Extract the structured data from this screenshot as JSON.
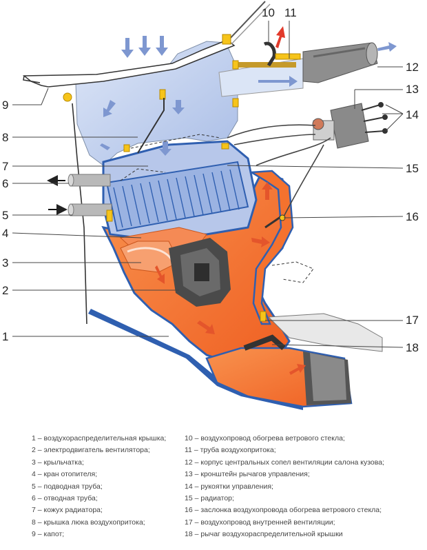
{
  "callouts": {
    "c1": "1",
    "c2": "2",
    "c3": "3",
    "c4": "4",
    "c5": "5",
    "c6": "6",
    "c7": "7",
    "c8": "8",
    "c9": "9",
    "c10": "10",
    "c11": "11",
    "c12": "12",
    "c13": "13",
    "c14": "14",
    "c15": "15",
    "c16": "16",
    "c17": "17",
    "c18": "18"
  },
  "colors": {
    "housing_orange": "#f4722e",
    "air_blue": "#c4d3f0",
    "frame_blue": "#2f5fb0",
    "arrow_blue": "#7e97d0",
    "arrow_orange": "#e4552b",
    "arrow_red": "#e23a2b",
    "bracket_yellow": "#f6c41a",
    "radiator_blue": "#8fa9d9",
    "motor_gray": "#4a4a4a"
  },
  "legend": {
    "left": [
      "1 – воздухораспределительная крышка;",
      "2 – электродвигатель вентилятора;",
      "3 – крыльчатка;",
      "4 – кран отопителя;",
      "5 – подводная труба;",
      "6 – отводная труба;",
      "7 – кожух радиатора;",
      "8 – крышка люка воздухопритока;",
      "9 – капот;"
    ],
    "right": [
      "10 – воздухопровод обогрева ветрового стекла;",
      "11 – труба воздухопритока;",
      "12 – корпус центральных сопел вентиляции салона кузова;",
      "13 – кронштейн рычагов управления;",
      "14 – рукоятки управления;",
      "15 – радиатор;",
      "16 – заслонка воздухопровода обогрева ветрового стекла;",
      "17 – воздухопровод внутренней вентиляции;",
      "18 – рычаг воздухораспределительной крышки"
    ]
  }
}
